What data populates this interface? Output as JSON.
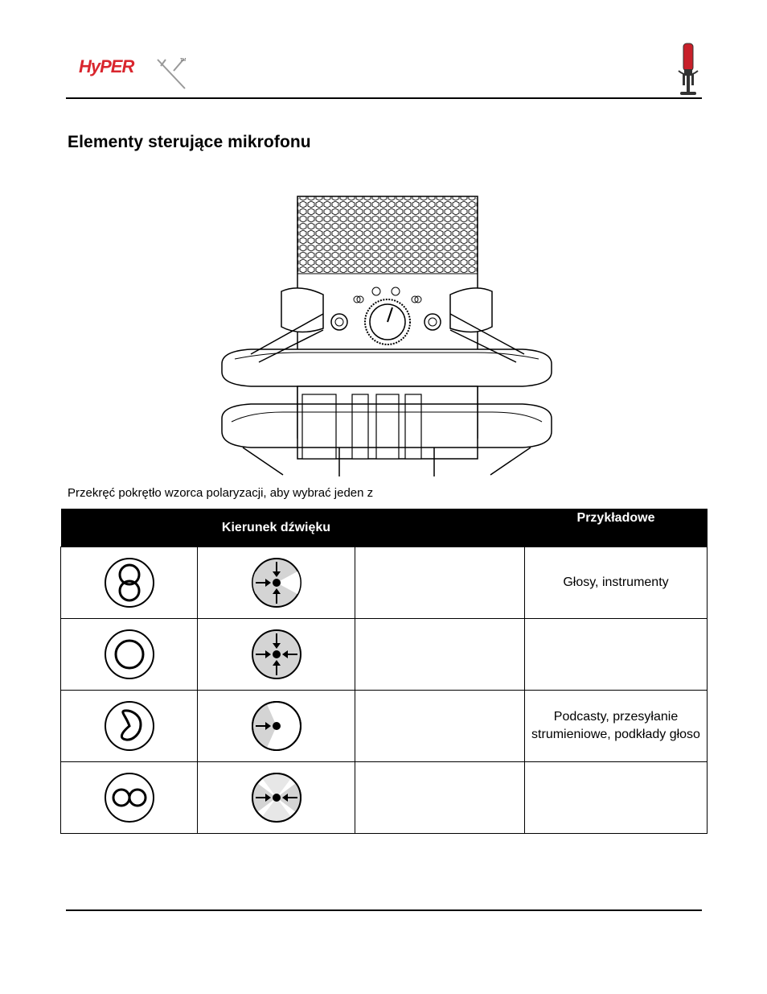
{
  "header": {
    "brand_logo": "HyperX",
    "product_image": "quadcast-microphone-icon"
  },
  "page": {
    "heading": "Elementy sterujące mikrofonu",
    "intro": "Przekręć pokrętło wzorca polaryzacji, aby wybrać jeden z"
  },
  "table": {
    "headers": [
      "",
      "Kierunek dźwięku",
      "",
      "Przykładowe"
    ],
    "rows": [
      {
        "pattern_icon": "stereo-pattern-icon",
        "direction_icon": "stereo-direction-icon",
        "use": "Głosy, instrumenty"
      },
      {
        "pattern_icon": "omnidirectional-pattern-icon",
        "direction_icon": "omnidirectional-direction-icon",
        "use": ""
      },
      {
        "pattern_icon": "cardioid-pattern-icon",
        "direction_icon": "cardioid-direction-icon",
        "use": "Podcasty, przesyłanie strumieniowe, podkłady głoso"
      },
      {
        "pattern_icon": "bidirectional-pattern-icon",
        "direction_icon": "bidirectional-direction-icon",
        "use": ""
      }
    ]
  },
  "colors": {
    "brand_red": "#d9262e",
    "header_bg": "#000000",
    "direction_shade": "#d4d4d4"
  }
}
